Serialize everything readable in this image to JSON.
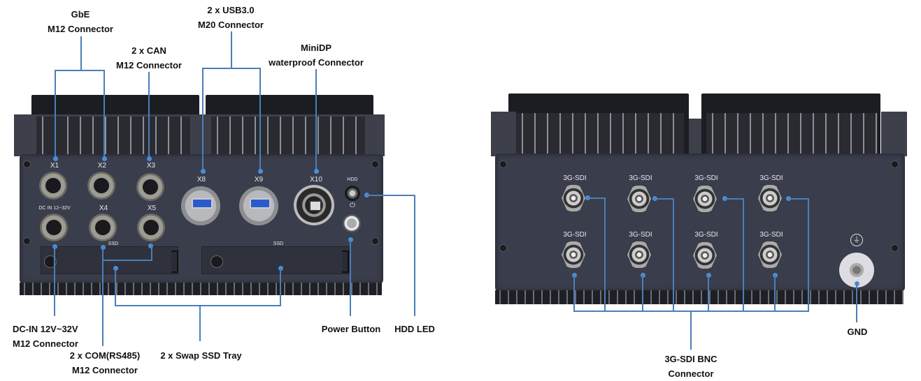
{
  "figure": {
    "description": "Front and rear I/O panel diagram of rugged fanless embedded computer",
    "line_color": "#4a7fb8",
    "chassis_color": "#3a3d4b"
  },
  "front_panel": {
    "callouts": {
      "gbe": {
        "line1": "GbE",
        "line2": "M12 Connector"
      },
      "can": {
        "line1": "2 x CAN",
        "line2": "M12 Connector"
      },
      "usb": {
        "line1": "2 x USB3.0",
        "line2": "M20 Connector"
      },
      "minidp": {
        "line1": "MiniDP",
        "line2": "waterproof Connector"
      },
      "dcin": {
        "line1": "DC-IN 12V~32V",
        "line2": "M12 Connector"
      },
      "com": {
        "line1": "2 x COM(RS485)",
        "line2": "M12 Connector"
      },
      "ssd": {
        "line1": "2 x Swap SSD Tray"
      },
      "power": {
        "line1": "Power Button"
      },
      "hddled": {
        "line1": "HDD LED"
      }
    },
    "port_labels": {
      "x1": "X1",
      "x2": "X2",
      "x3": "X3",
      "x4": "X4",
      "x5": "X5",
      "x8": "X8",
      "x9": "X9",
      "x10": "X10",
      "dcin": "DC IN 12~32V",
      "hdd": "HDD",
      "power_symbol": "⏻",
      "ssd1": "SSD",
      "ssd2": "SSD"
    }
  },
  "rear_panel": {
    "callouts": {
      "sdi": {
        "line1": "3G-SDI BNC",
        "line2": "Connector"
      },
      "gnd": {
        "line1": "GND"
      }
    },
    "port_labels": {
      "sdi": [
        "3G-SDI",
        "3G-SDI",
        "3G-SDI",
        "3G-SDI",
        "3G-SDI",
        "3G-SDI",
        "3G-SDI",
        "3G-SDI"
      ],
      "ground_symbol": "⏚"
    }
  }
}
